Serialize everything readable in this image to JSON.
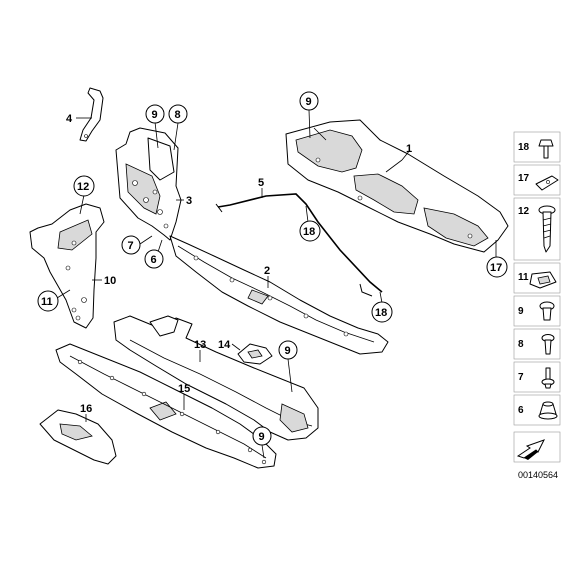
{
  "diagram": {
    "callouts": {
      "c1": "1",
      "c2": "2",
      "c3": "3",
      "c4": "4",
      "c5": "5",
      "c9a": "9",
      "c8a": "8",
      "c9b": "9",
      "c12a": "12",
      "c7a": "7",
      "c6a": "6",
      "c10": "10",
      "c11a": "11",
      "c18a": "18",
      "c18b": "18",
      "c17a": "17",
      "c13": "13",
      "c14": "14",
      "c9c": "9",
      "c15": "15",
      "c16": "16",
      "c9d": "9"
    },
    "legend": [
      "18",
      "17",
      "12",
      "11",
      "9",
      "8",
      "7",
      "6"
    ],
    "code": "00140564"
  }
}
